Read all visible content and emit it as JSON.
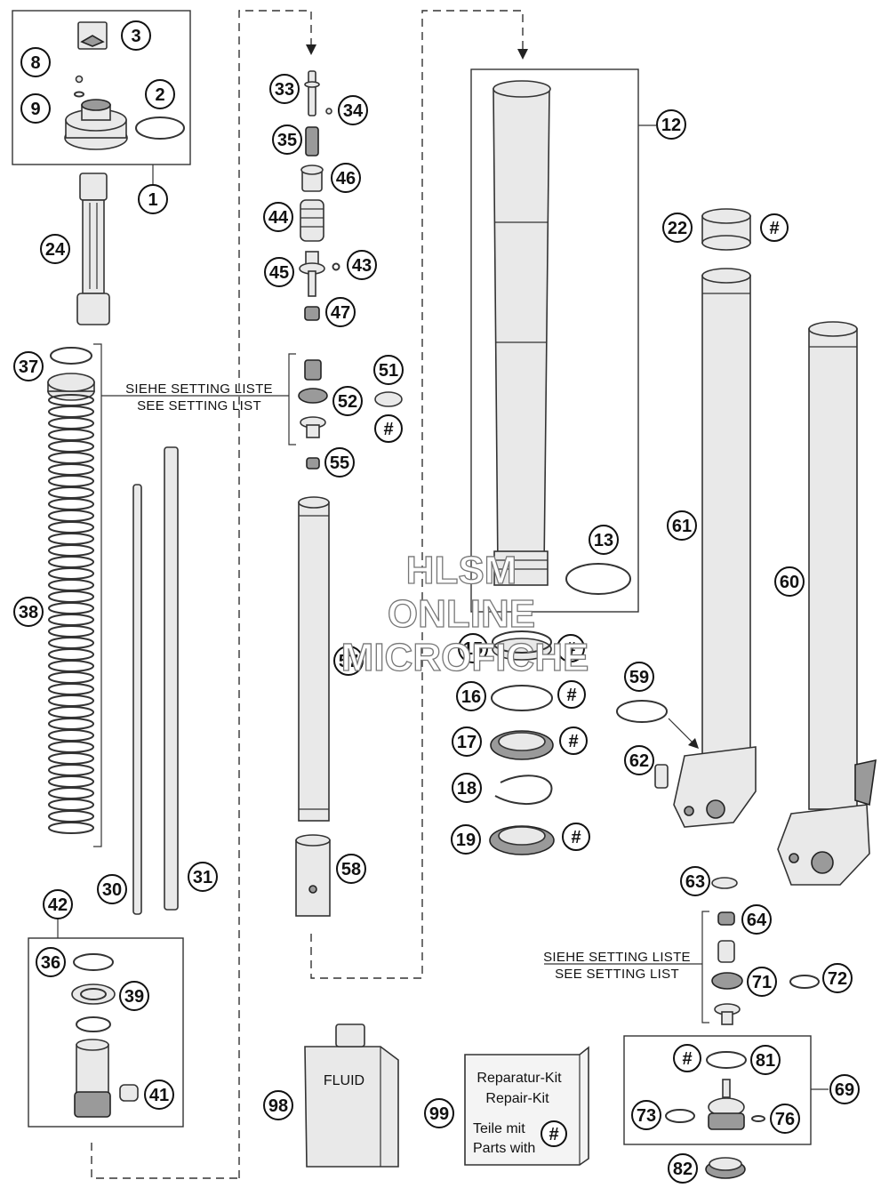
{
  "notes": {
    "siehe_setting_liste": "SIEHE SETTING LISTE",
    "see_setting_list": "SEE SETTING LIST"
  },
  "fluid_label": "FLUID",
  "kit_box": {
    "line1": "Reparatur-Kit",
    "line2": "Repair-Kit",
    "line3": "Teile mit",
    "line4": "Parts with",
    "symbol": "#"
  },
  "watermark": [
    "HLSM",
    "ONLINE",
    "MICROFICHE"
  ],
  "callouts": {
    "c1": "1",
    "c2": "2",
    "c3": "3",
    "c8": "8",
    "c9": "9",
    "c12": "12",
    "c13": "13",
    "c15": "15",
    "c16": "16",
    "c17": "17",
    "c18": "18",
    "c19": "19",
    "c22": "22",
    "c24": "24",
    "c30": "30",
    "c31": "31",
    "c33": "33",
    "c34": "34",
    "c35": "35",
    "c36": "36",
    "c37": "37",
    "c38": "38",
    "c39": "39",
    "c41": "41",
    "c42": "42",
    "c43": "43",
    "c44": "44",
    "c45": "45",
    "c46": "46",
    "c47": "47",
    "c51": "51",
    "c52": "52",
    "c55": "55",
    "c57": "57",
    "c58": "58",
    "c59": "59",
    "c60": "60",
    "c61": "61",
    "c62": "62",
    "c63": "63",
    "c64": "64",
    "c69": "69",
    "c71": "71",
    "c72": "72",
    "c73": "73",
    "c76": "76",
    "c81": "81",
    "c82": "82",
    "c98": "98",
    "c99": "99"
  },
  "hash_symbol": "#"
}
